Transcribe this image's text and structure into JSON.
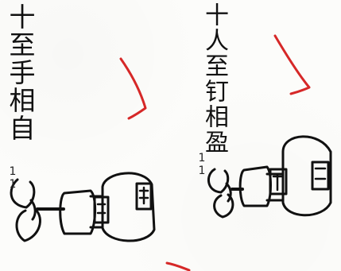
{
  "drawing": {
    "left_text": "十至手相自",
    "right_text": "十人至钉相盈",
    "left_small_text": "11",
    "right_small_text": "11",
    "left_box_label_1": "C",
    "left_box_label_2": "卄",
    "right_box_label_1": "ap",
    "right_box_label_2": "二"
  },
  "colors": {
    "ink": "#111111",
    "red_ink": "#d62828",
    "paper": "#fcfcfa"
  },
  "icons": {
    "left_figure": "bell-like-diagram",
    "right_figure": "bell-like-diagram",
    "red_marks": "checkmark-strokes"
  }
}
